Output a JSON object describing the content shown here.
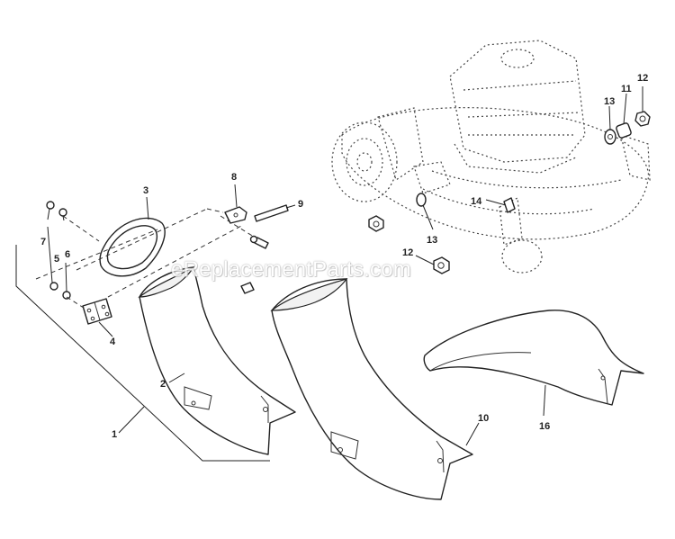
{
  "diagram": {
    "watermark": "eReplacementParts.com",
    "callouts": {
      "c1": "1",
      "c2": "2",
      "c3": "3",
      "c4": "4",
      "c5": "5",
      "c6": "6",
      "c7": "7",
      "c8": "8",
      "c9": "9",
      "c10": "10",
      "c11": "11",
      "c12a": "12",
      "c12b": "12",
      "c13a": "13",
      "c13b": "13",
      "c14": "14",
      "c16": "16"
    }
  }
}
